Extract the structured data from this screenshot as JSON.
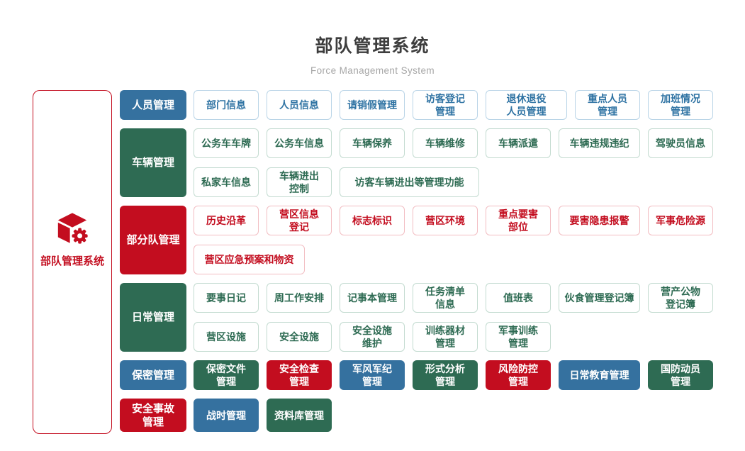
{
  "header": {
    "title": "部队管理系统",
    "subtitle": "Force Management System"
  },
  "sidebar": {
    "label": "部队管理系统",
    "icon": "cube-gear-icon"
  },
  "colors": {
    "blue": "#35719F",
    "green": "#2E6B53",
    "red": "#C30D1F",
    "outline_blue_border": "#B9D4E7",
    "outline_green_border": "#C3DBD0",
    "outline_red_border": "#F2BDC2"
  },
  "groups": [
    {
      "label": "人员管理",
      "color": "blue",
      "style": "outline",
      "lines": [
        [
          {
            "label": "部门信息"
          },
          {
            "label": "人员信息"
          },
          {
            "label": "请销假管理"
          },
          {
            "label": "访客登记\n管理"
          },
          {
            "label": "退休退役\n人员管理",
            "size": "wide"
          },
          {
            "label": "重点人员\n管理"
          },
          {
            "label": "加班情况\n管理"
          }
        ]
      ]
    },
    {
      "label": "车辆管理",
      "color": "green",
      "style": "outline",
      "lines": [
        [
          {
            "label": "公务车车牌"
          },
          {
            "label": "公务车信息"
          },
          {
            "label": "车辆保养"
          },
          {
            "label": "车辆维修"
          },
          {
            "label": "车辆派遣"
          },
          {
            "label": "车辆违规违纪",
            "size": "wide"
          },
          {
            "label": "驾驶员信息"
          }
        ],
        [
          {
            "label": "私家车信息"
          },
          {
            "label": "车辆进出\n控制"
          },
          {
            "label": "访客车辆进出等管理功能",
            "size": "xwide"
          }
        ]
      ]
    },
    {
      "label": "部分队管理",
      "color": "red",
      "style": "outline",
      "lines": [
        [
          {
            "label": "历史沿革"
          },
          {
            "label": "营区信息\n登记"
          },
          {
            "label": "标志标识"
          },
          {
            "label": "营区环境"
          },
          {
            "label": "重点要害\n部位"
          },
          {
            "label": "要害隐患报警",
            "size": "wide"
          },
          {
            "label": "军事危险源"
          }
        ],
        [
          {
            "label": "营区应急预案和物资",
            "size": "lwide"
          }
        ]
      ]
    },
    {
      "label": "日常管理",
      "color": "green",
      "style": "outline",
      "lines": [
        [
          {
            "label": "要事日记"
          },
          {
            "label": "周工作安排"
          },
          {
            "label": "记事本管理"
          },
          {
            "label": "任务清单\n信息"
          },
          {
            "label": "值班表"
          },
          {
            "label": "伙食管理登记簿",
            "size": "wide"
          },
          {
            "label": "营产公物\n登记簿"
          }
        ],
        [
          {
            "label": "营区设施"
          },
          {
            "label": "安全设施"
          },
          {
            "label": "安全设施\n维护"
          },
          {
            "label": "训练器材\n管理"
          },
          {
            "label": "军事训练\n管理"
          }
        ]
      ]
    },
    {
      "label": "保密管理",
      "color": "blue",
      "style": "solid",
      "lines": [
        [
          {
            "label": "保密文件\n管理",
            "color": "green"
          },
          {
            "label": "安全检查\n管理",
            "color": "red"
          },
          {
            "label": "军风军纪\n管理",
            "color": "blue"
          },
          {
            "label": "形式分析\n管理",
            "color": "green"
          },
          {
            "label": "风险防控\n管理",
            "color": "red"
          },
          {
            "label": "日常教育管理",
            "color": "blue",
            "size": "wide"
          },
          {
            "label": "国防动员\n管理",
            "color": "green"
          }
        ]
      ]
    },
    {
      "label": "安全事故\n管理",
      "color": "red",
      "style": "solid",
      "tall": true,
      "lines": [
        [
          {
            "label": "战时管理",
            "color": "blue"
          },
          {
            "label": "资料库管理",
            "color": "green"
          }
        ]
      ]
    }
  ]
}
